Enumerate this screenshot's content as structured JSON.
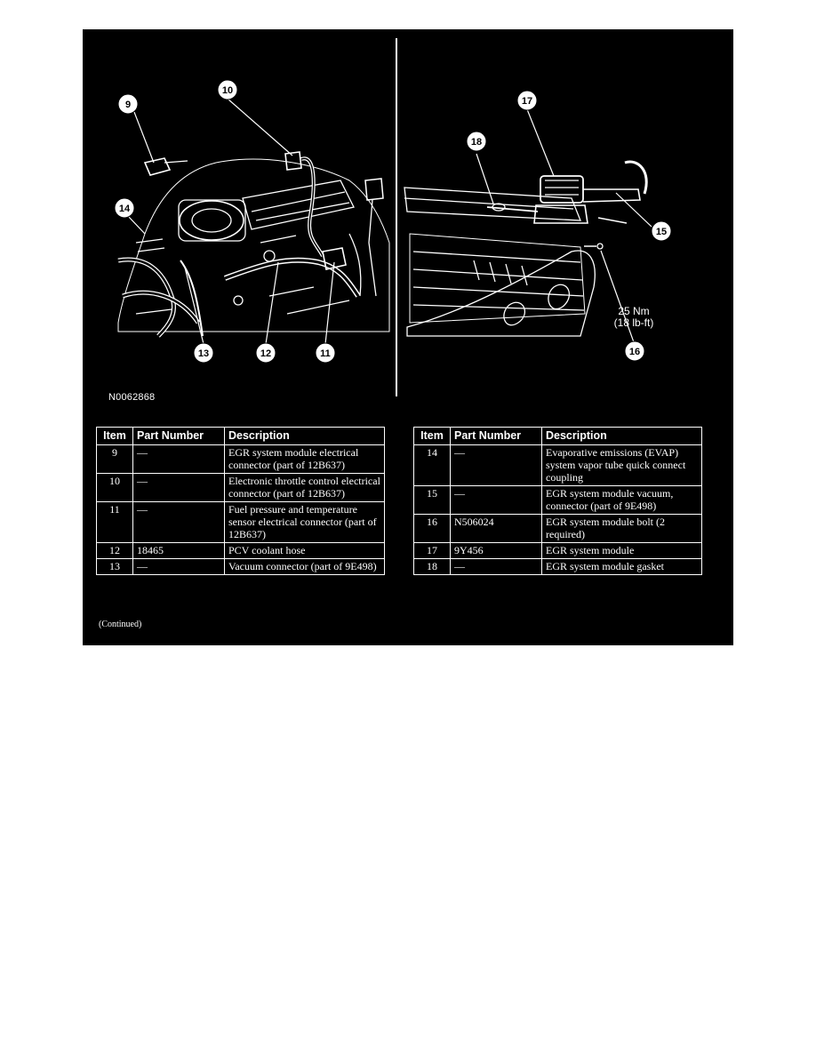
{
  "figure": {
    "figure_id": "N0062868",
    "torque_line1": "25 Nm",
    "torque_line2": "(18 lb-ft)",
    "callouts": [
      "9",
      "10",
      "11",
      "12",
      "13",
      "14",
      "15",
      "16",
      "17",
      "18"
    ]
  },
  "table_headers": {
    "item": "Item",
    "part_number": "Part Number",
    "description": "Description"
  },
  "left_table": [
    {
      "item": "9",
      "part": "—",
      "desc": "EGR system module electrical connector (part of 12B637)"
    },
    {
      "item": "10",
      "part": "—",
      "desc": "Electronic throttle control electrical connector (part of 12B637)"
    },
    {
      "item": "11",
      "part": "—",
      "desc": "Fuel pressure and temperature sensor electrical connector (part of 12B637)"
    },
    {
      "item": "12",
      "part": "18465",
      "desc": "PCV coolant hose"
    },
    {
      "item": "13",
      "part": "—",
      "desc": "Vacuum connector (part of 9E498)"
    }
  ],
  "right_table": [
    {
      "item": "14",
      "part": "—",
      "desc": "Evaporative emissions (EVAP) system vapor tube quick connect coupling"
    },
    {
      "item": "15",
      "part": "—",
      "desc": "EGR system module vacuum, connector (part of 9E498)"
    },
    {
      "item": "16",
      "part": "N506024",
      "desc": "EGR system module bolt (2 required)"
    },
    {
      "item": "17",
      "part": "9Y456",
      "desc": "EGR system module"
    },
    {
      "item": "18",
      "part": "—",
      "desc": "EGR system module gasket"
    }
  ],
  "footer": {
    "continued": "(Continued)"
  },
  "colors": {
    "panel_background": "#000000",
    "line_art": "#ffffff",
    "page_background": "#ffffff"
  }
}
